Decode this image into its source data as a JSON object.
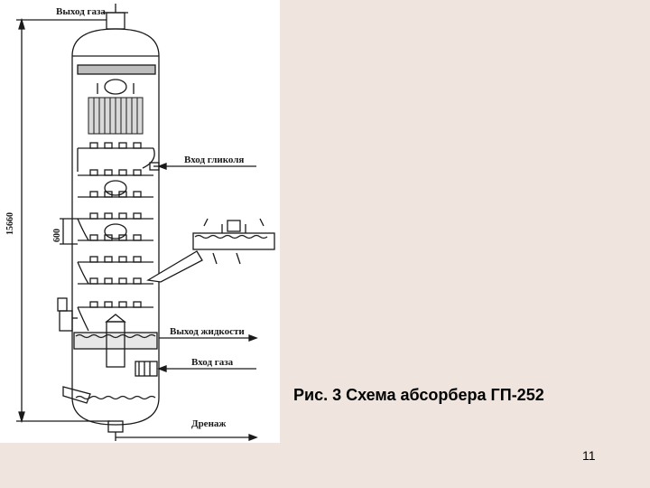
{
  "diagram": {
    "labels": {
      "gas_outlet": "Выход газа",
      "glycol_inlet": "Вход гликоля",
      "liquid_outlet": "Выход жидкости",
      "gas_inlet": "Вход газа",
      "drain": "Дренаж"
    },
    "dimensions": {
      "total_height": "15660",
      "tray_spacing": "600"
    }
  },
  "caption": "Рис. 3 Схема абсорбера ГП-252",
  "page_number": "11"
}
